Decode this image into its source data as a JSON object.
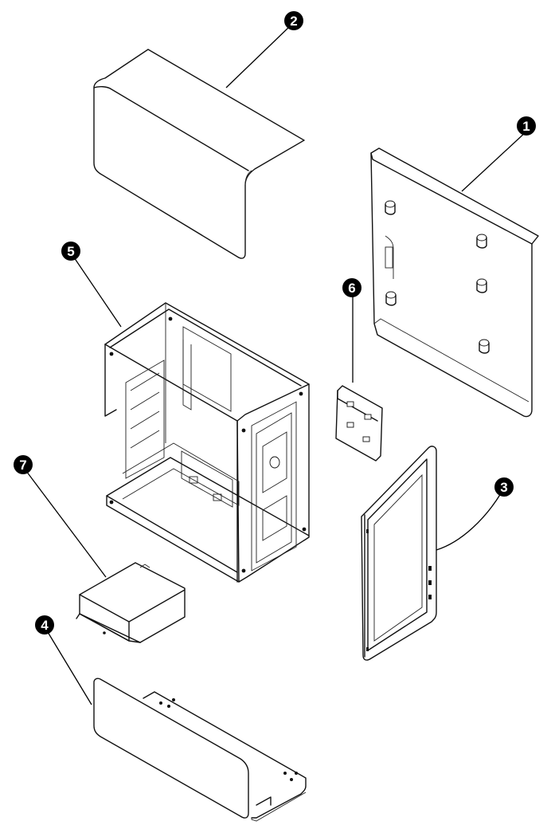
{
  "diagram": {
    "type": "exploded-view",
    "background": "#ffffff",
    "line_color": "#111111"
  },
  "callouts": [
    {
      "id": "1",
      "label": "1"
    },
    {
      "id": "2",
      "label": "2"
    },
    {
      "id": "3",
      "label": "3"
    },
    {
      "id": "4",
      "label": "4"
    },
    {
      "id": "5",
      "label": "5"
    },
    {
      "id": "6",
      "label": "6"
    },
    {
      "id": "7",
      "label": "7"
    }
  ]
}
